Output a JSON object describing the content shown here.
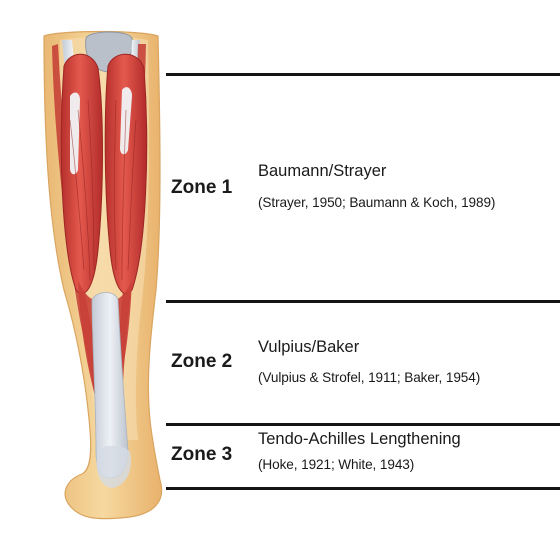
{
  "zones": [
    {
      "label": "Zone 1",
      "procedure": "Baumann/Strayer",
      "citation": "(Strayer, 1950; Baumann & Koch, 1989)"
    },
    {
      "label": "Zone 2",
      "procedure": "Vulpius/Baker",
      "citation": "(Vulpius & Strofel, 1911; Baker, 1954)"
    },
    {
      "label": "Zone 3",
      "procedure": "Tendo-Achilles Lengthening",
      "citation": "(Hoke, 1921; White, 1943)"
    }
  ],
  "colors": {
    "skin": "#f3cf8e",
    "muscle": "#d9473f",
    "muscle_dark": "#a8282a",
    "tendon": "#d8dee7",
    "bone": "#b9c0c9",
    "line": "#141414"
  }
}
